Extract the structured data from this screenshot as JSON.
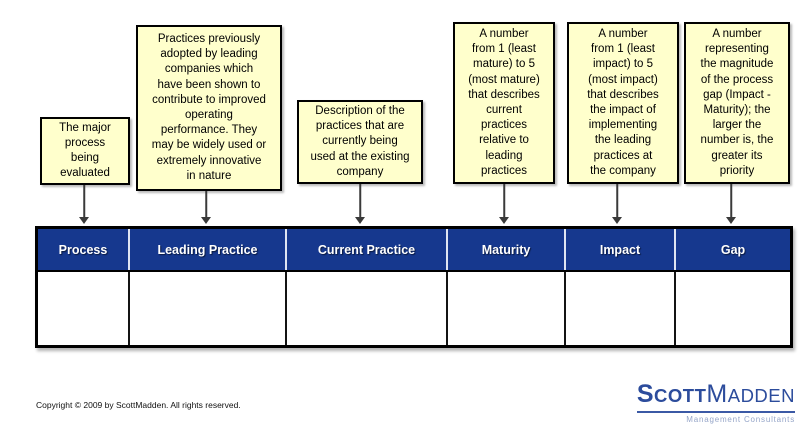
{
  "callouts": [
    {
      "column": "process",
      "text": "The major\nprocess\nbeing\nevaluated"
    },
    {
      "column": "leading-practice",
      "text": "Practices previously\nadopted by leading\ncompanies which\nhave been shown to\ncontribute to improved\noperating\nperformance.  They\nmay be widely used or\nextremely innovative\nin nature"
    },
    {
      "column": "current-practice",
      "text": "Description of the\npractices that are\ncurrently being\nused at the existing\ncompany"
    },
    {
      "column": "maturity",
      "text": "A number\nfrom 1 (least\nmature) to 5\n(most mature)\nthat describes\ncurrent\npractices\nrelative to\nleading\npractices"
    },
    {
      "column": "impact",
      "text": "A number\nfrom 1 (least\nimpact) to 5\n(most impact)\nthat describes\nthe impact of\nimplementing\nthe leading\npractices at\nthe company"
    },
    {
      "column": "gap",
      "text": "A number\nrepresenting\nthe magnitude\nof the process\ngap (Impact -\nMaturity); the\nlarger the\nnumber is, the\ngreater its\npriority"
    }
  ],
  "table": {
    "headers": [
      "Process",
      "Leading Practice",
      "Current Practice",
      "Maturity",
      "Impact",
      "Gap"
    ],
    "row_values": [
      "",
      "",
      "",
      "",
      "",
      ""
    ]
  },
  "footer": {
    "copyright": "Copyright © 2009 by ScottMadden.  All rights reserved."
  },
  "logo": {
    "part1": "S",
    "part2": "COTT",
    "part3": "M",
    "part4": "ADDEN",
    "tagline": "Management Consultants"
  },
  "colors": {
    "callout_bg": "#FFFFCC",
    "callout_border": "#000000",
    "header_blue": "#16388E",
    "header_text": "#FFFFFF",
    "logo_blue": "#2C4C9C",
    "logo_tagline_gray": "#95A5C8",
    "arrow_gray": "#3A3A3A"
  }
}
